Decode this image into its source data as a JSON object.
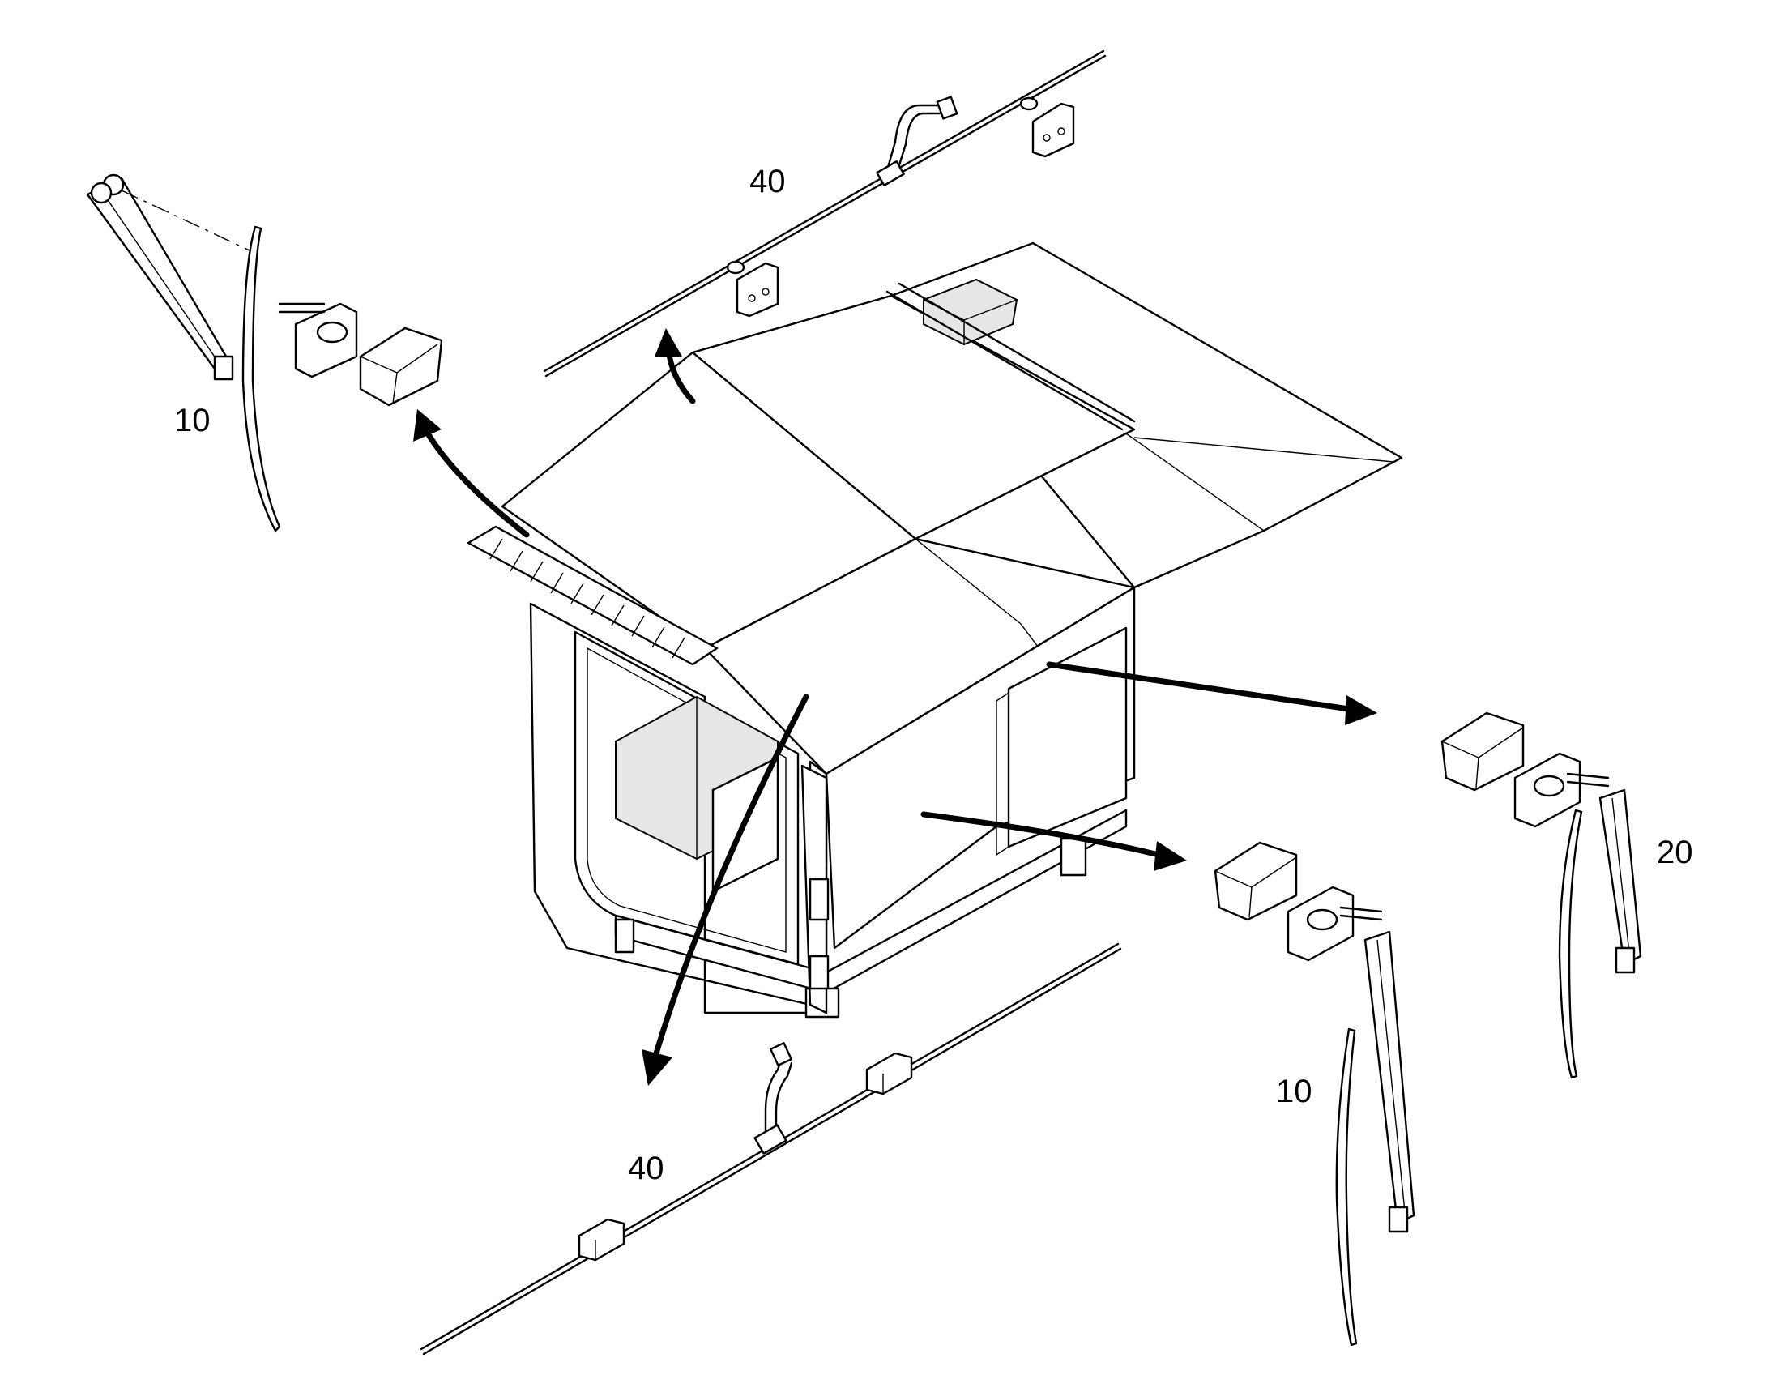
{
  "callouts": {
    "top_rod": "40",
    "left_wiper": "10",
    "right_wiper": "20",
    "front_wiper": "10",
    "bottom_rod": "40"
  },
  "colors": {
    "line": "#000000",
    "background": "#ffffff",
    "shade": "#e6e6e6"
  }
}
